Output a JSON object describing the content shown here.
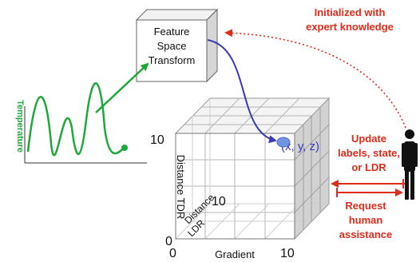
{
  "box": {
    "lines": [
      "Feature",
      "Space",
      "Transform"
    ]
  },
  "signal": {
    "label": "Temperature"
  },
  "cube": {
    "point_label": "(x, y, z)",
    "ylabel": "Distance TDR",
    "zlabel_lines": [
      "Distance",
      "LDR"
    ],
    "xlabel": "Gradient",
    "tick_y_top": "10",
    "tick_x_right": "10",
    "tick_z": "10",
    "tick_origin_y": "0",
    "tick_origin_x": "0"
  },
  "labels": {
    "expert_lines": [
      "Initialized with",
      "expert knowledge"
    ],
    "update_lines": [
      "Update",
      "labels, state,",
      "or LDR"
    ],
    "request_lines": [
      "Request",
      "human",
      "assistance"
    ]
  },
  "colors": {
    "red": "#e02b1b",
    "green": "#1fa83a",
    "blue": "#3a3ab8",
    "point": "#6d95e3"
  }
}
